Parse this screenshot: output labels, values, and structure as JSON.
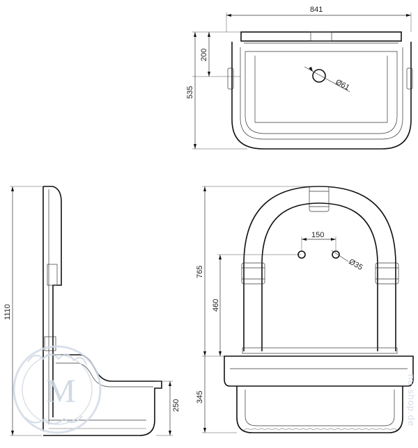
{
  "dimensions": {
    "top_width": "841",
    "top_depth_partial": "200",
    "top_depth_total": "535",
    "drain_diameter": "Ø61",
    "front_height": "765",
    "holes_height": "460",
    "basin_height_front": "345",
    "holes_spacing": "150",
    "holes_diameter": "Ø35",
    "side_height_total": "1110",
    "basin_height_side": "250"
  },
  "watermark": {
    "seal_letter": "M",
    "side_text": "nu-shop.de"
  },
  "colors": {
    "line": "#111111",
    "watermark": "#c9d3e0"
  }
}
